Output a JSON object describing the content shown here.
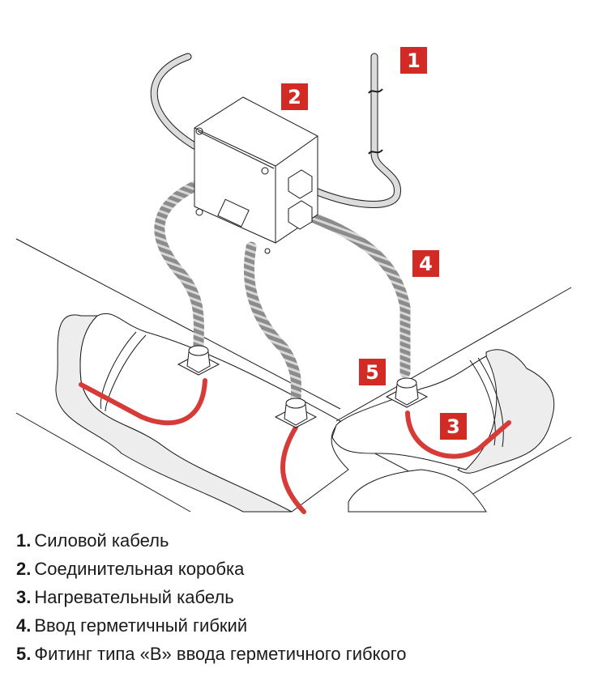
{
  "diagram": {
    "colors": {
      "badge": "#d22b26",
      "heating_cable": "#d63b37",
      "conduit": "#8c8c8c",
      "power_cable_fill": "#dcdcdc",
      "insulation_fill": "#ededed",
      "line": "#1a1a1a"
    },
    "badges": [
      {
        "id": "1",
        "label": "1"
      },
      {
        "id": "2",
        "label": "2"
      },
      {
        "id": "3",
        "label": "3"
      },
      {
        "id": "4",
        "label": "4"
      },
      {
        "id": "5",
        "label": "5"
      }
    ]
  },
  "legend": {
    "items": [
      {
        "number": "1.",
        "text": "Силовой кабель"
      },
      {
        "number": "2.",
        "text": "Соединительная коробка"
      },
      {
        "number": "3.",
        "text": "Нагревательный кабель"
      },
      {
        "number": "4.",
        "text": "Ввод герметичный гибкий"
      },
      {
        "number": "5.",
        "text": "Фитинг типа «В» ввода герметичного гибкого"
      }
    ]
  }
}
